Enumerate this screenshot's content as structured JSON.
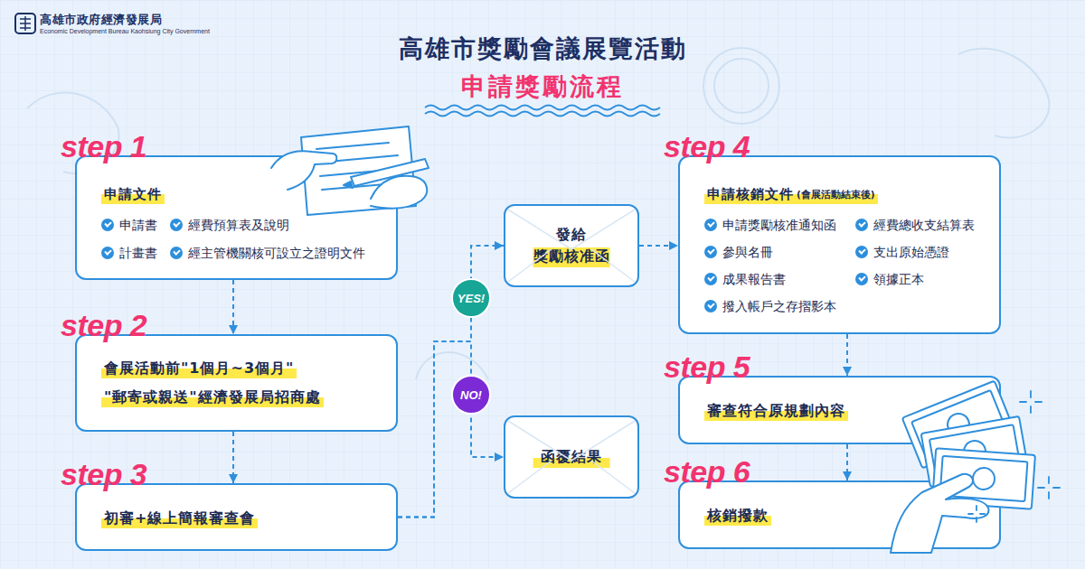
{
  "diagram": {
    "title": "高雄市獎勵會議展覽活動",
    "nodes": [
      {
        "text": [
          "step 1",
          "申請文件",
          "申請書",
          "經費預算表及說明",
          "計畫書",
          "經主管機關核可設立之證明文件"
        ]
      },
      {
        "text": [
          "step 2",
          "會展活動前\"1個月~3個月\"",
          "\"郵寄或親送\"經濟發展局招商處"
        ]
      },
      {
        "text": [
          "step 3",
          "初審+線上簡報審查會"
        ]
      },
      {
        "text": [
          "發給 獎勵核准函"
        ]
      },
      {
        "text": [
          "函覆結果"
        ]
      },
      {
        "text": [
          "step 4",
          "申請核銷文件",
          "(會展活動結束後)",
          "申請獎勵核准通知函",
          "經費總收支結算表",
          "參與名冊",
          "支出原始憑證",
          "成果報告書",
          "領據正本",
          "撥入帳戶之存摺影本"
        ]
      },
      {
        "text": [
          "step 5",
          "審查符合原規劃內容"
        ]
      },
      {
        "text": [
          "step 6",
          "核銷撥款"
        ]
      }
    ],
    "edges": [
      {
        "from": 0,
        "to": 1,
        "arrow": "to"
      },
      {
        "from": 1,
        "to": 2,
        "arrow": "to"
      },
      {
        "from": 2,
        "to": 3,
        "label": "YES!",
        "arrow": "to"
      },
      {
        "from": 2,
        "to": 4,
        "label": "NO!",
        "arrow": "to"
      },
      {
        "from": 3,
        "to": 5,
        "arrow": "to"
      },
      {
        "from": 5,
        "to": 6,
        "arrow": "to"
      },
      {
        "from": 6,
        "to": 7,
        "arrow": "to"
      }
    ],
    "labels": [
      "高雄市政府經濟發展局",
      "Economic Development Bureau Kaohsiung City Government",
      "申請獎勵流程"
    ]
  }
}
